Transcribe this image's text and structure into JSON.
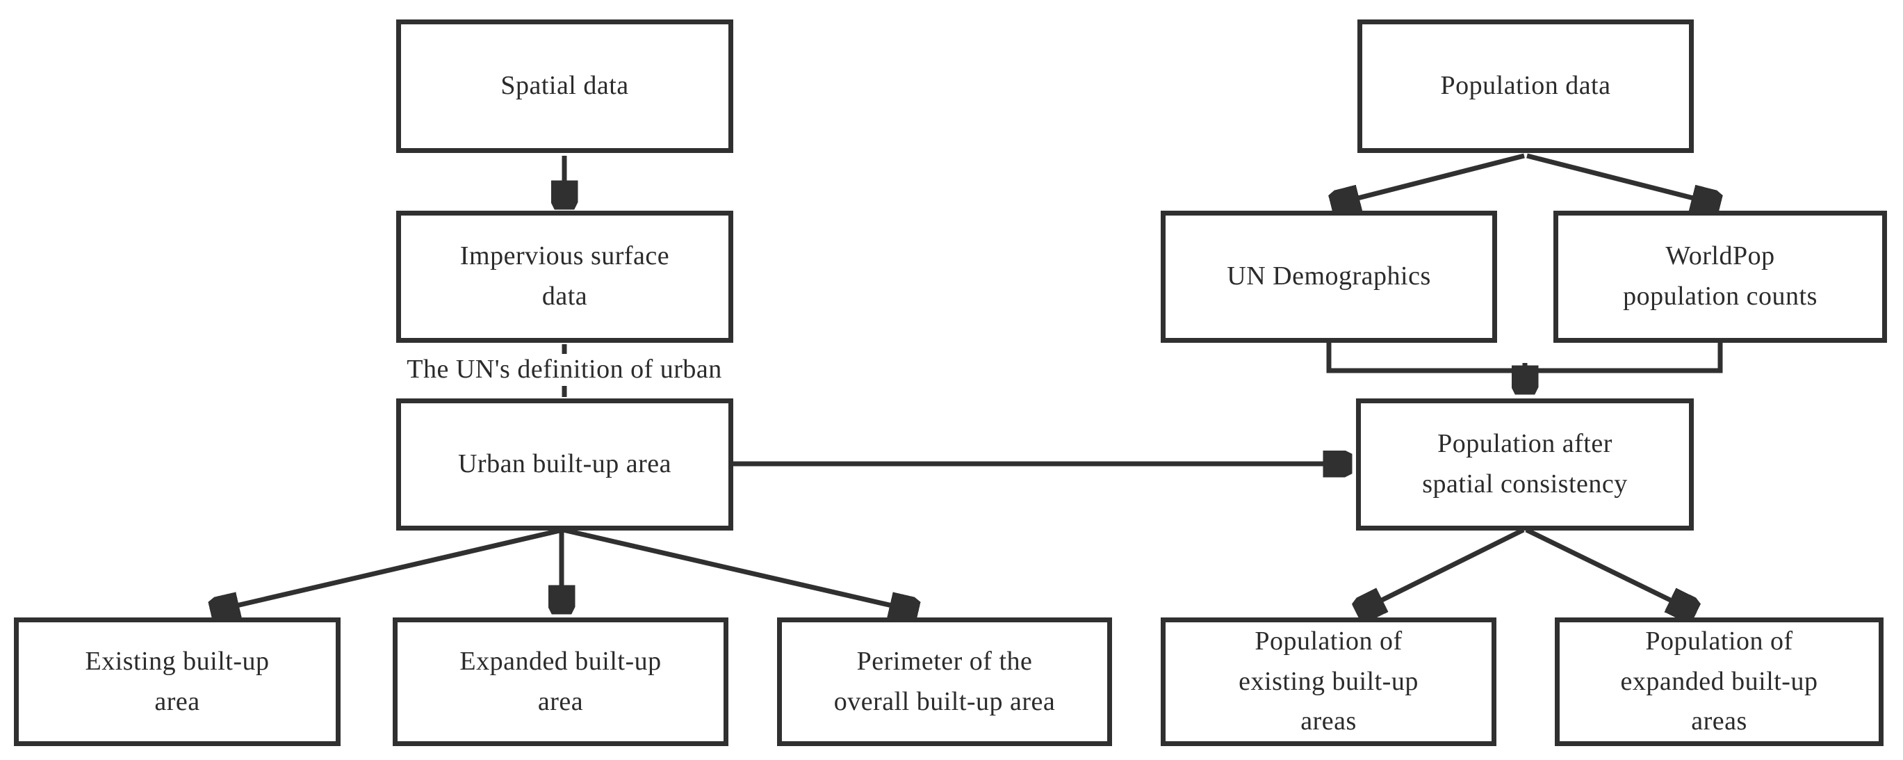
{
  "diagram": {
    "type": "flowchart",
    "background": "#ffffff",
    "colors": {
      "line": "#303030",
      "text": "#2b2b2b",
      "node_bg": "#ffffff"
    },
    "nodes": {
      "spatial_data": {
        "label": "Spatial data"
      },
      "impervious_surface": {
        "label": "Impervious surface\ndata"
      },
      "urban_built_up": {
        "label": "Urban built-up area"
      },
      "existing_built_up": {
        "label": "Existing built-up\narea"
      },
      "expanded_built_up": {
        "label": "Expanded built-up\narea"
      },
      "perimeter_overall": {
        "label": "Perimeter of the\noverall built-up area"
      },
      "population_data": {
        "label": "Population data"
      },
      "un_demographics": {
        "label": "UN Demographics"
      },
      "worldpop_counts": {
        "label": "WorldPop\npopulation counts"
      },
      "population_consistency": {
        "label": "Population after\nspatial consistency"
      },
      "population_existing": {
        "label": "Population of\nexisting built-up\nareas"
      },
      "population_expanded": {
        "label": "Population of\nexpanded built-up\nareas"
      }
    },
    "edges": [
      {
        "from": "spatial_data",
        "to": "impervious_surface"
      },
      {
        "from": "impervious_surface",
        "to": "urban_built_up",
        "label": "The UN's definition of urban"
      },
      {
        "from": "urban_built_up",
        "to": "existing_built_up"
      },
      {
        "from": "urban_built_up",
        "to": "expanded_built_up"
      },
      {
        "from": "urban_built_up",
        "to": "perimeter_overall"
      },
      {
        "from": "urban_built_up",
        "to": "population_consistency"
      },
      {
        "from": "population_data",
        "to": "un_demographics"
      },
      {
        "from": "population_data",
        "to": "worldpop_counts"
      },
      {
        "from": "un_demographics",
        "to": "population_consistency"
      },
      {
        "from": "worldpop_counts",
        "to": "population_consistency"
      },
      {
        "from": "population_consistency",
        "to": "population_existing"
      },
      {
        "from": "population_consistency",
        "to": "population_expanded"
      }
    ]
  }
}
